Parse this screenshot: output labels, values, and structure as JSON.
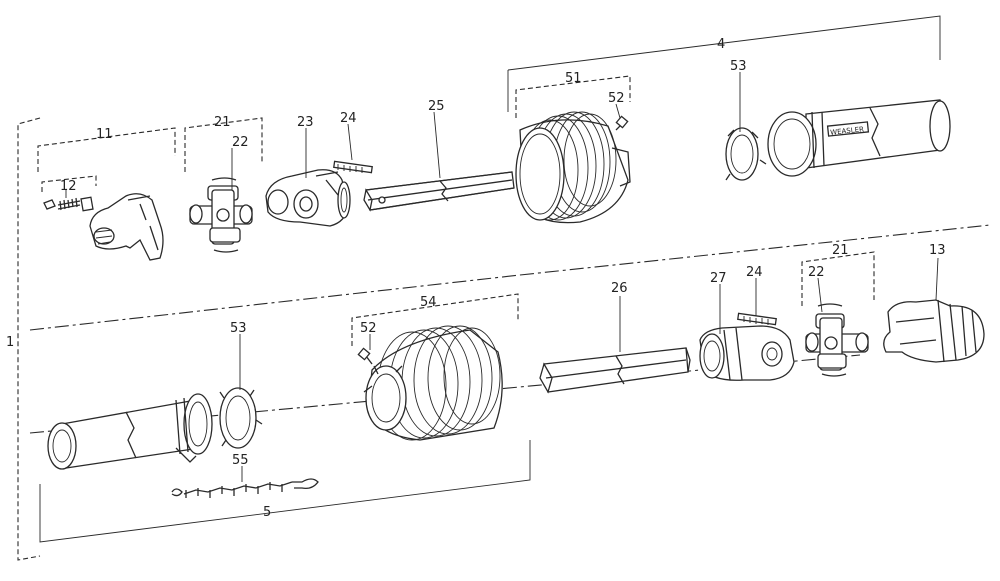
{
  "part_numbers": {
    "assembly_1": "1",
    "assembly_4": "4",
    "assembly_5": "5",
    "yoke_11": "11",
    "pin_12": "12",
    "cross_kit_21_top": "21",
    "cross_22_top": "22",
    "yoke_23": "23",
    "spring_pin_24_top": "24",
    "tube_25": "25",
    "guard_cone_51": "51",
    "screw_52_top": "52",
    "bearing_ring_53_top": "53",
    "cross_kit_21_bottom": "21",
    "cross_22_bottom": "22",
    "clutch_yoke_13": "13",
    "spring_pin_24_bottom": "24",
    "yoke_27": "27",
    "tube_26": "26",
    "guard_cone_54": "54",
    "screw_52_bottom": "52",
    "bearing_ring_53_bottom": "53",
    "chain_55": "55"
  },
  "brand_text": "WEASLER"
}
